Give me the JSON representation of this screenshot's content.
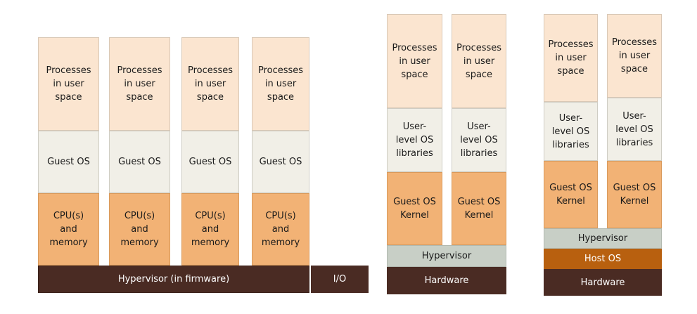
{
  "diagram1": {
    "stacks": [
      {
        "processes": "Processes\nin user\nspace",
        "guest_os": "Guest OS",
        "cpu": "CPU(s)\nand\nmemory"
      },
      {
        "processes": "Processes\nin user\nspace",
        "guest_os": "Guest OS",
        "cpu": "CPU(s)\nand\nmemory"
      },
      {
        "processes": "Processes\nin user\nspace",
        "guest_os": "Guest OS",
        "cpu": "CPU(s)\nand\nmemory"
      },
      {
        "processes": "Processes\nin user\nspace",
        "guest_os": "Guest OS",
        "cpu": "CPU(s)\nand\nmemory"
      }
    ],
    "hypervisor": "Hypervisor (in firmware)",
    "io": "I/O"
  },
  "diagram2": {
    "stacks": [
      {
        "processes": "Processes\nin user\nspace",
        "libraries": "User-\nlevel OS\nlibraries",
        "kernel": "Guest OS\nKernel"
      },
      {
        "processes": "Processes\nin user\nspace",
        "libraries": "User-\nlevel OS\nlibraries",
        "kernel": "Guest OS\nKernel"
      }
    ],
    "hypervisor": "Hypervisor",
    "hardware": "Hardware"
  },
  "diagram3": {
    "stacks": [
      {
        "processes": "Processes\nin user\nspace",
        "libraries": "User-\nlevel OS\nlibraries",
        "kernel": "Guest OS\nKernel"
      },
      {
        "processes": "Processes\nin user\nspace",
        "libraries": "User-\nlevel OS\nlibraries",
        "kernel": "Guest OS\nKernel"
      }
    ],
    "hypervisor": "Hypervisor",
    "host_os": "Host OS",
    "hardware": "Hardware"
  },
  "colors": {
    "processes": "#fbe5d0",
    "guest_os": "#f1efe7",
    "cpu_kernel": "#f2b275",
    "hypervisor_firmware": "#4a2b23",
    "hypervisor": "#c8cfc6",
    "host_os": "#b8600f",
    "hardware": "#4a2b23"
  }
}
